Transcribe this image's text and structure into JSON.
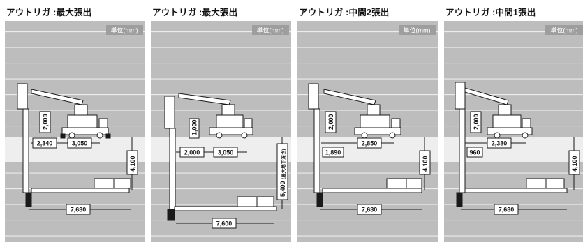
{
  "unit_label": "単位(mm)",
  "panels": [
    {
      "title": "アウトリガ :最大張出",
      "dims": {
        "height": "2,000",
        "left": "2,340",
        "right": "3,050",
        "drop": "4,100",
        "reach": "7,680"
      }
    },
    {
      "title": "アウトリガ :最大張出",
      "dims": {
        "height": "1,000",
        "left": "2,000",
        "right": "3,050",
        "drop": "5,400",
        "drop_note": "(最大地下深さ)",
        "reach": "7,600"
      }
    },
    {
      "title": "アウトリガ :中間2張出",
      "dims": {
        "height": "2,000",
        "left": "1,890",
        "right": "2,850",
        "drop": "4,100",
        "reach": "7,680"
      }
    },
    {
      "title": "アウトリガ :中間1張出",
      "dims": {
        "height": "2,000",
        "left": "960",
        "right": "2,380",
        "drop": "4,100",
        "reach": "7,680"
      }
    }
  ],
  "colors": {
    "panel_bg": "#b9b9b9",
    "stripe": "#e6e6e6",
    "ground": "#ececec",
    "ink": "#1a1a1a"
  }
}
